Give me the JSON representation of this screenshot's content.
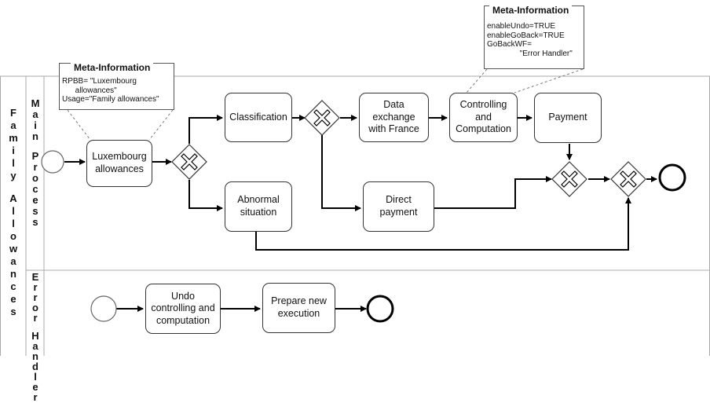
{
  "pool": {
    "label": "Family Allowances"
  },
  "lanes": [
    {
      "label": "Main Process"
    },
    {
      "label": "Error Handler"
    }
  ],
  "tasks": {
    "luxembourg": "Luxembourg\nallowances",
    "classification": "Classification",
    "data_exchange": "Data\nexchange\nwith France",
    "controlling": "Controlling\nand\nComputation",
    "payment": "Payment",
    "abnormal": "Abnormal\nsituation",
    "direct_payment": "Direct\npayment",
    "undo": "Undo\ncontrolling and\ncomputation",
    "prepare": "Prepare new\nexecution"
  },
  "annotations": [
    {
      "title": "Meta-Information",
      "body": "RPBB= \"Luxembourg\n      allowances\"\nUsage=\"Family allowances\""
    },
    {
      "title": "Meta-Information",
      "body": "enableUndo=TRUE\nenableGoBack=TRUE\nGoBackWF=\n               \"Error Handler\""
    }
  ]
}
